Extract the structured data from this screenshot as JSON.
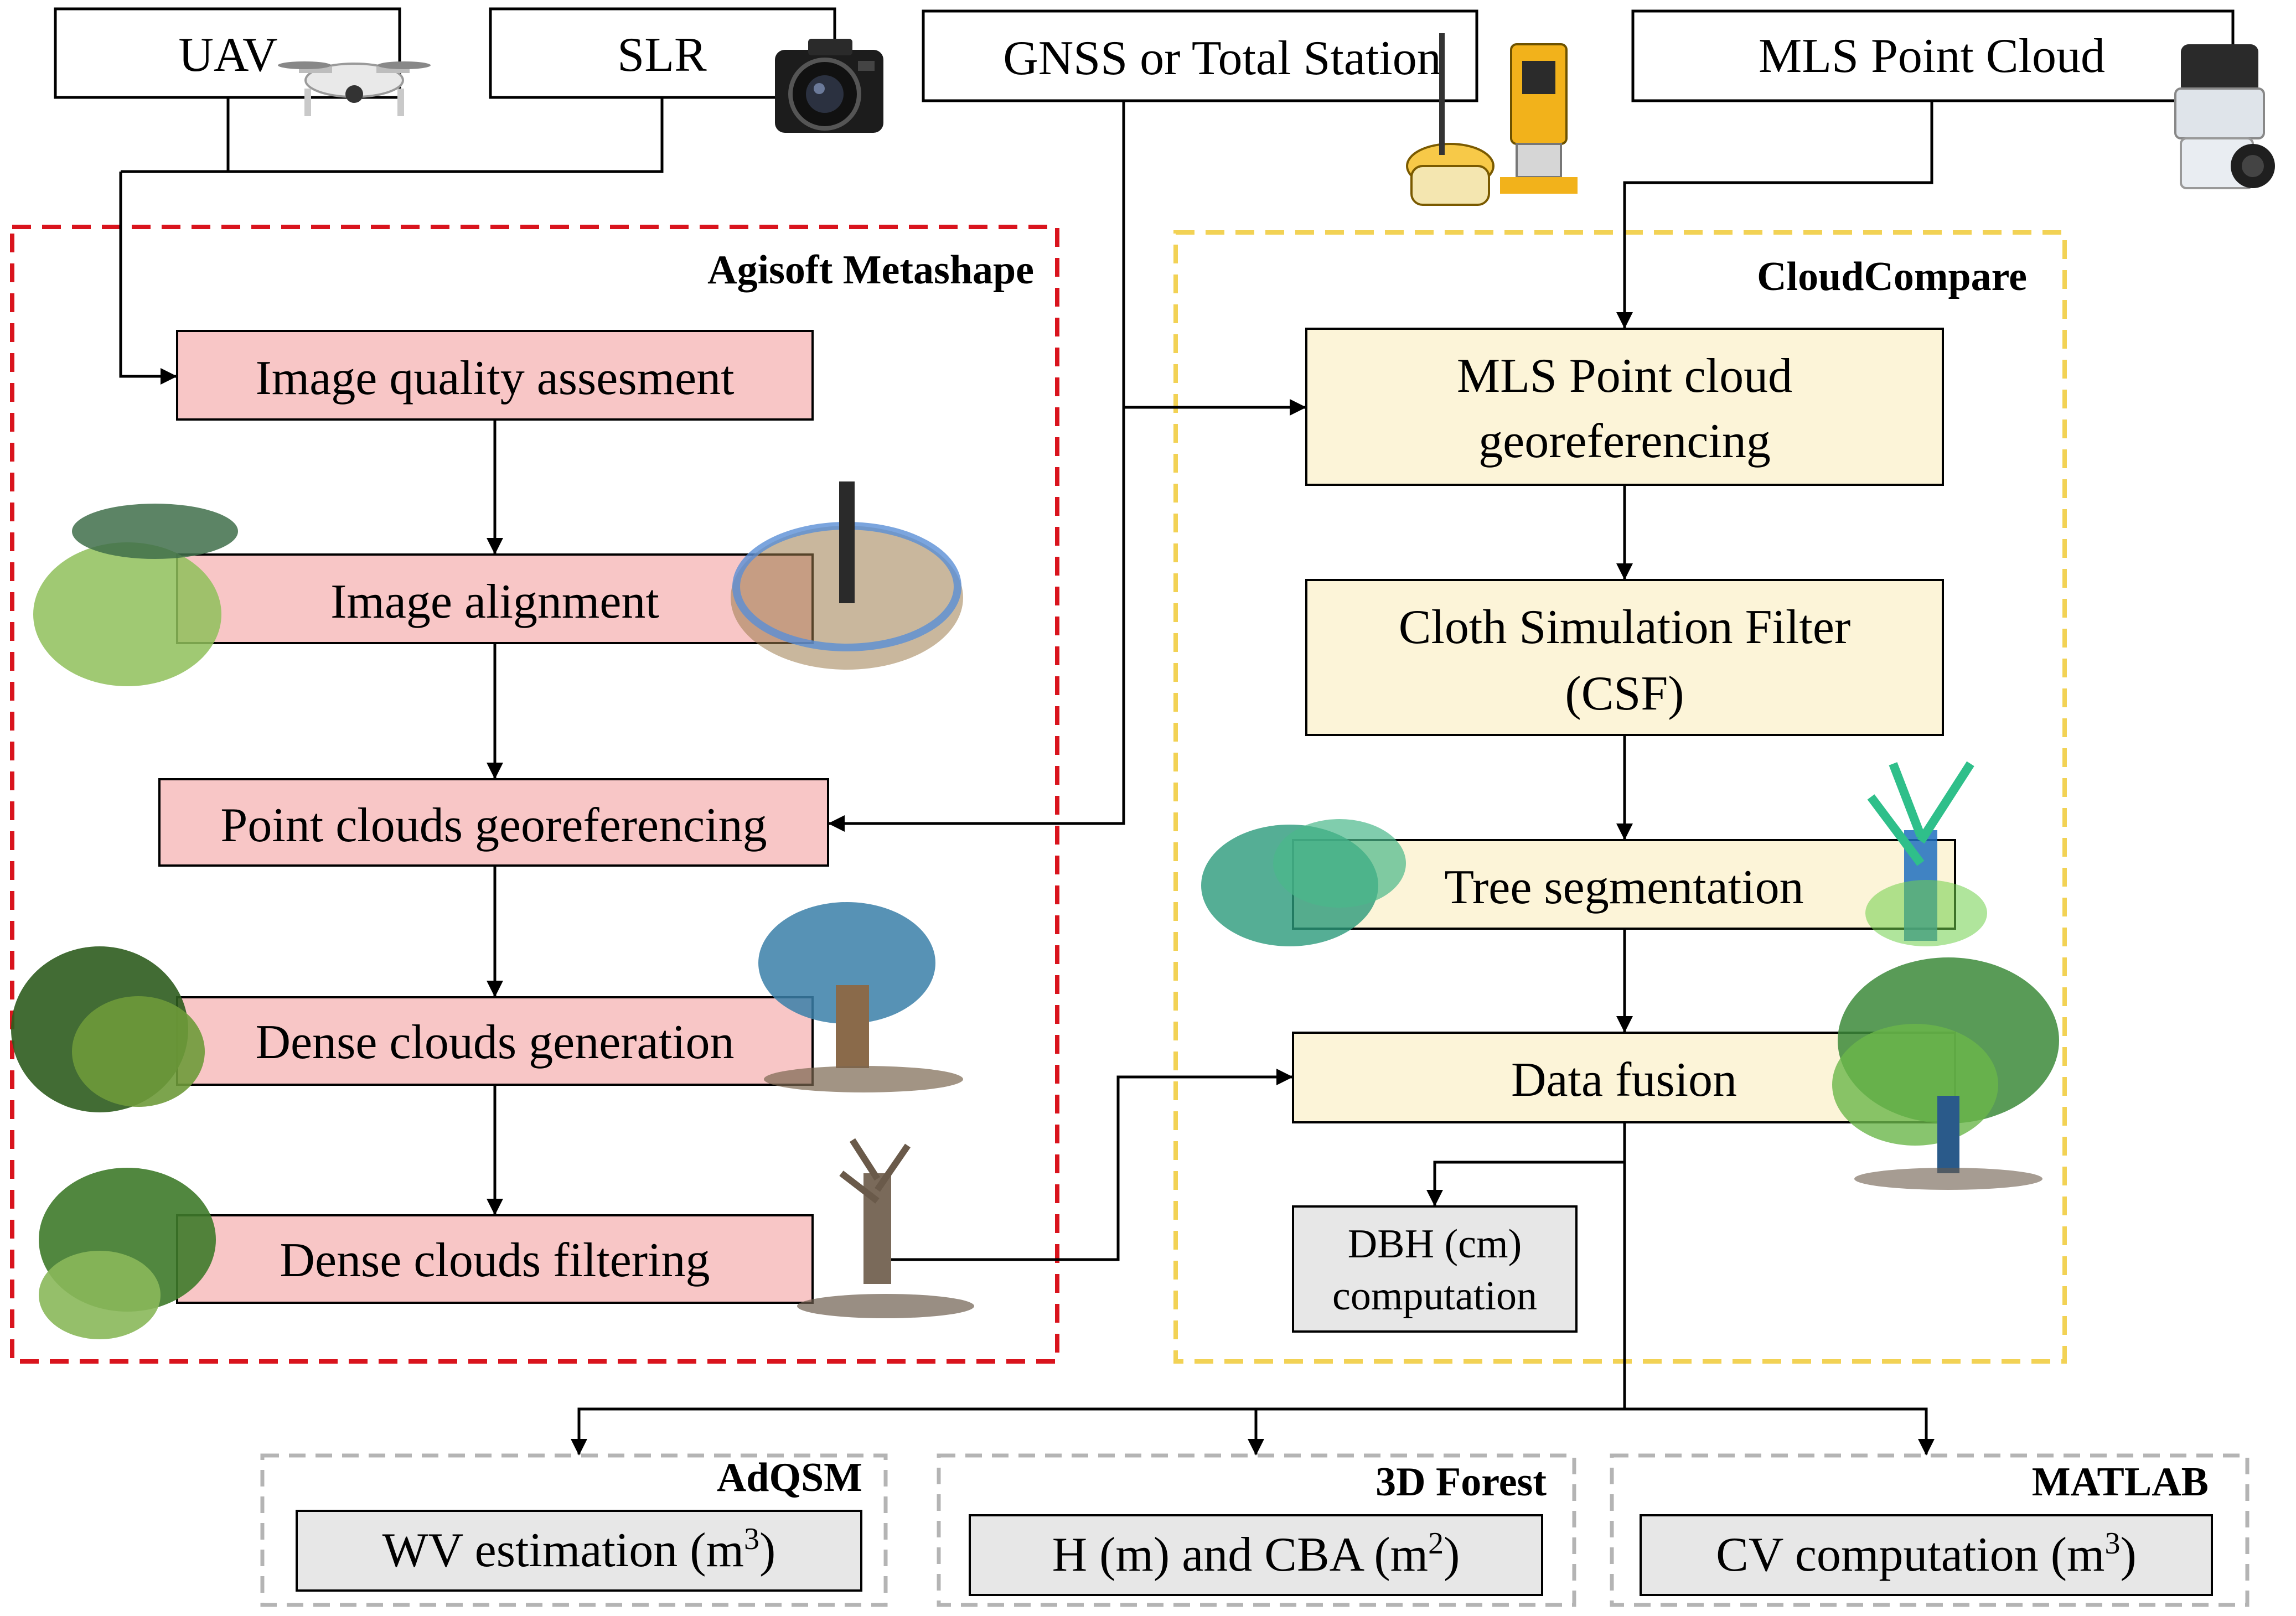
{
  "colors": {
    "pink": "#f8c6c6",
    "cream": "#fcf4d8",
    "gray": "#e7e7e7",
    "red_dash": "#d9141d",
    "yellow_dash": "#f2d255",
    "gray_dash": "#b4b4b4",
    "line": "#000000"
  },
  "icons": {
    "uav": "drone-icon",
    "slr": "camera-icon",
    "gnss": "total-station-icon",
    "mls": "lidar-scanner-icon",
    "trees": "tree-point-cloud-image"
  },
  "sources": {
    "uav": "UAV",
    "slr": "SLR",
    "gnss": "GNSS or Total Station",
    "mls": "MLS Point Cloud"
  },
  "agisoft": {
    "title": "Agisoft Metashape",
    "steps": [
      "Image quality assesment",
      "Image alignment",
      "Point clouds georeferencing",
      "Dense clouds generation",
      "Dense clouds filtering"
    ]
  },
  "cloudcompare": {
    "title": "CloudCompare",
    "georef": [
      "MLS Point cloud",
      "georeferencing"
    ],
    "csf": [
      "Cloth Simulation Filter",
      "(CSF)"
    ],
    "segmentation": "Tree segmentation",
    "fusion": "Data fusion",
    "dbh": [
      "DBH (cm)",
      "computation"
    ]
  },
  "outputs": {
    "adqsm": {
      "title": "AdQSM",
      "text": "WV estimation (m",
      "sup": "3",
      "end": ")"
    },
    "forest3d": {
      "title": "3D Forest",
      "text": "H (m) and CBA (m",
      "sup": "2",
      "end": ")"
    },
    "matlab": {
      "title": "MATLAB",
      "text": "CV computation (m",
      "sup": "3",
      "end": ")"
    }
  }
}
